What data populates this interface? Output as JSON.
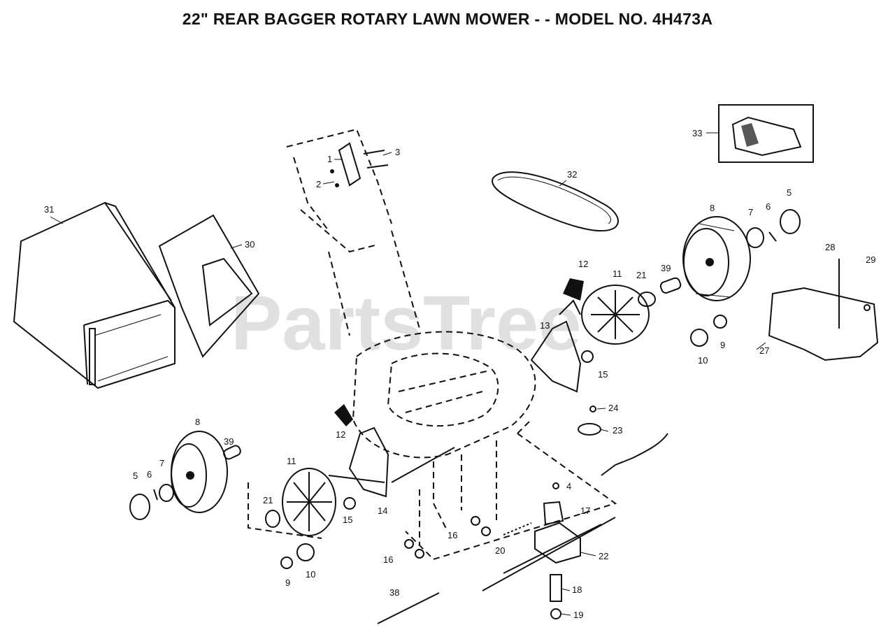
{
  "title": "22\" REAR BAGGER ROTARY LAWN MOWER - - MODEL NO. 4H473A",
  "watermark": "PartsTree",
  "callouts": {
    "p1": "1",
    "p2": "2",
    "p3": "3",
    "p4": "4",
    "p5a": "5",
    "p5b": "5",
    "p6a": "6",
    "p6b": "6",
    "p7a": "7",
    "p7b": "7",
    "p8a": "8",
    "p8b": "8",
    "p9a": "9",
    "p9b": "9",
    "p10a": "10",
    "p10b": "10",
    "p11a": "11",
    "p11b": "11",
    "p12a": "12",
    "p12b": "12",
    "p13": "13",
    "p14": "14",
    "p15a": "15",
    "p15b": "15",
    "p16a": "16",
    "p16b": "16",
    "p17": "17",
    "p18": "18",
    "p19": "19",
    "p20": "20",
    "p21a": "21",
    "p21b": "21",
    "p22": "22",
    "p23": "23",
    "p24": "24",
    "p27": "27",
    "p28": "28",
    "p29": "29",
    "p30": "30",
    "p31": "31",
    "p32": "32",
    "p33": "33",
    "p38": "38",
    "p39a": "39",
    "p39b": "39"
  }
}
